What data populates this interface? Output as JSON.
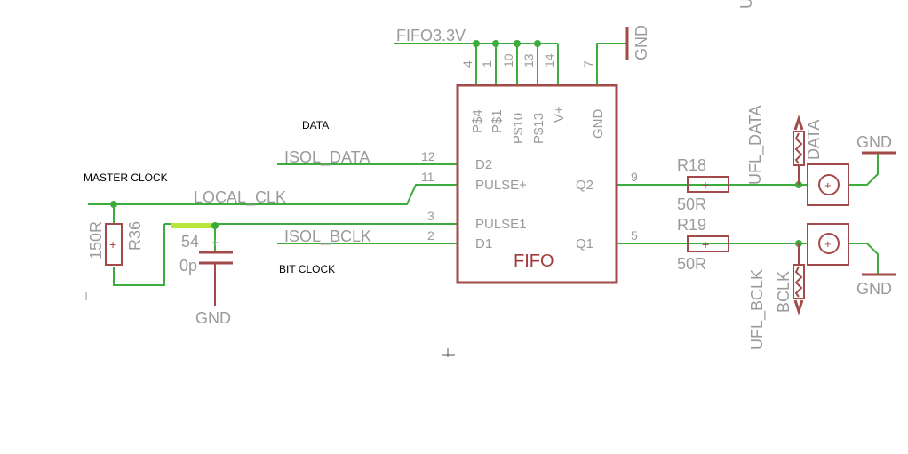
{
  "labels": {
    "fifo_3v3": "FIFO3.3V",
    "gnd_top": "GND",
    "data_note": "DATA",
    "master_clock": "MASTER CLOCK",
    "bit_clock": "BIT CLOCK",
    "isol_data": "ISOL_DATA",
    "local_clk": "LOCAL_CLK",
    "isol_bclk": "ISOL_BCLK",
    "ufl_data": "UFL_DATA",
    "ufl_bclk": "UFL_BCLK",
    "data_conn": "DATA",
    "bclk_conn": "BCLK",
    "gnd_left": "GND",
    "gnd_right_top": "GND",
    "gnd_right_bottom": "GND",
    "edge_u": "U"
  },
  "ic": {
    "name": "FIFO",
    "top_pins": [
      {
        "num": "4",
        "name": "P$4"
      },
      {
        "num": "1",
        "name": "P$1"
      },
      {
        "num": "10",
        "name": "P$10"
      },
      {
        "num": "13",
        "name": "P$13"
      },
      {
        "num": "14",
        "name": "V+"
      },
      {
        "num": "7",
        "name": "GND"
      }
    ],
    "left_pins": [
      {
        "num": "12",
        "name": "D2"
      },
      {
        "num": "11",
        "name": "PULSE+"
      },
      {
        "num": "3",
        "name": "PULSE1"
      },
      {
        "num": "2",
        "name": "D1"
      }
    ],
    "right_pins": [
      {
        "num": "9",
        "name": "Q2"
      },
      {
        "num": "5",
        "name": "Q1"
      }
    ]
  },
  "resistors": {
    "r18": {
      "ref": "R18",
      "value": "50R"
    },
    "r19": {
      "ref": "R19",
      "value": "50R"
    },
    "r36": {
      "ref": "R36",
      "value": "150R"
    }
  },
  "capacitor": {
    "ref_partial": "54",
    "value_partial": "0p"
  },
  "colors": {
    "wire": "#3cac3c",
    "part": "#a34a4a",
    "label": "#9a9a9a",
    "highlight": "#b6e63c"
  }
}
